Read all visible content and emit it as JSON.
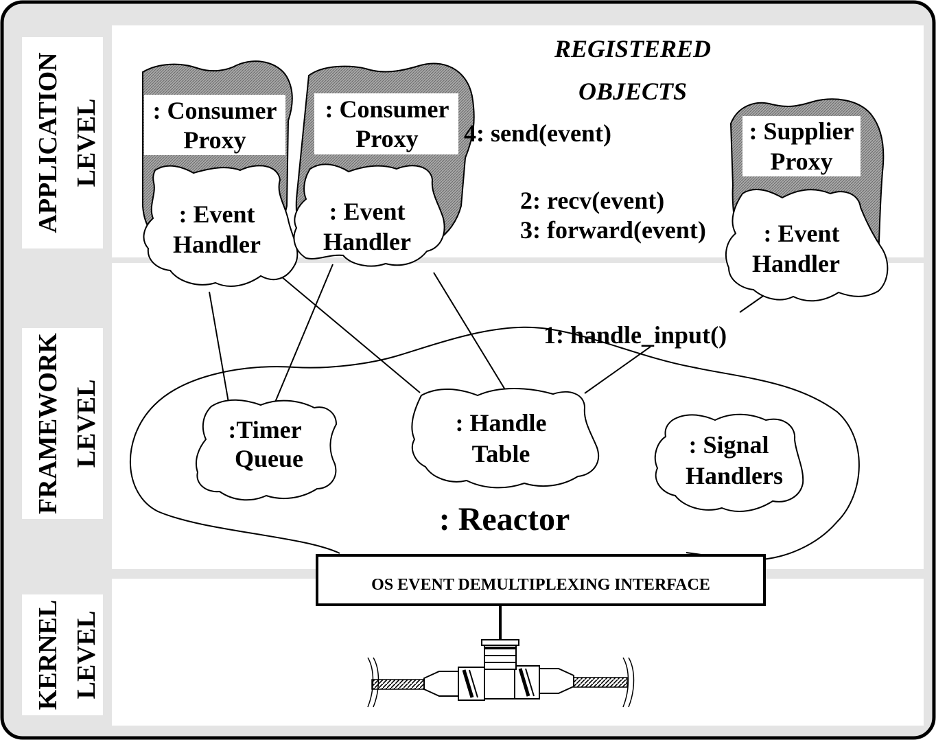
{
  "levels": {
    "application": [
      "APPLICATION",
      "LEVEL"
    ],
    "framework": [
      "FRAMEWORK",
      "LEVEL"
    ],
    "kernel": [
      "KERNEL",
      "LEVEL"
    ]
  },
  "registered_objects": [
    "REGISTERED",
    "OBJECTS"
  ],
  "consumer_proxy_1": {
    "proxy": [
      ": Consumer",
      "Proxy"
    ],
    "handler": [
      ": Event",
      "Handler"
    ]
  },
  "consumer_proxy_2": {
    "proxy": [
      ": Consumer",
      "Proxy"
    ],
    "handler": [
      ": Event",
      "Handler"
    ]
  },
  "supplier_proxy": {
    "proxy": [
      ": Supplier",
      "Proxy"
    ],
    "handler": [
      ": Event",
      "Handler"
    ]
  },
  "messages": {
    "send": "4: send(event)",
    "recv": "2: recv(event)",
    "forward": "3: forward(event)",
    "handle_input": "1: handle_input()"
  },
  "reactor": {
    "label": ": Reactor",
    "timer_queue": [
      ":Timer",
      "Queue"
    ],
    "handle_table": [
      ": Handle",
      "Table"
    ],
    "signal_handlers": [
      ": Signal",
      "Handlers"
    ]
  },
  "os_interface": "OS EVENT DEMULTIPLEXING INTERFACE"
}
